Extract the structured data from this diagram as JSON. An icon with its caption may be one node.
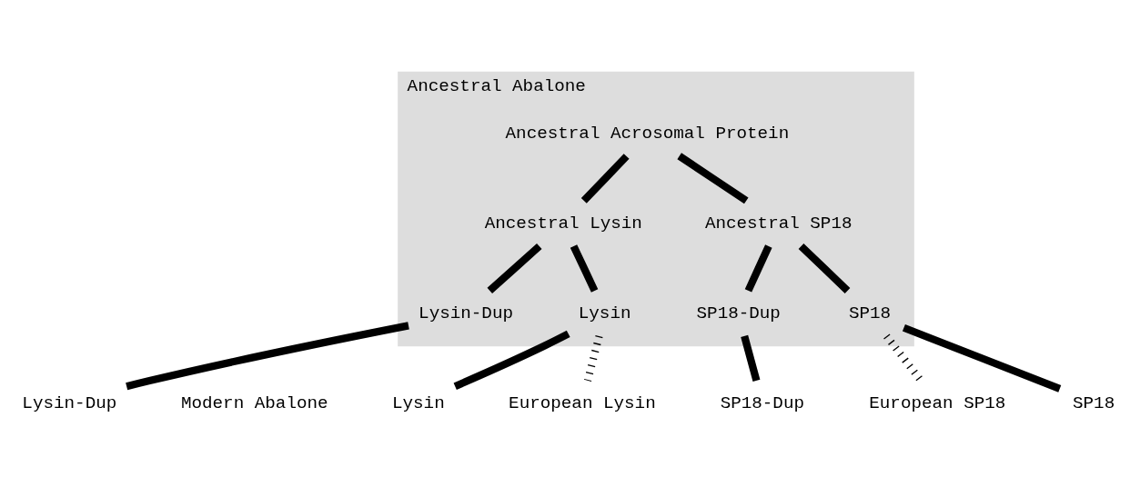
{
  "diagram": {
    "nodes": [
      {
        "text": [
          "Ancestral Abalone"
        ]
      },
      {
        "text": [
          "Ancestral Acrosomal Protein"
        ],
        "in": 0
      },
      {
        "text": [
          "Ancestral Lysin"
        ],
        "in": 0
      },
      {
        "text": [
          "Ancestral SP18"
        ],
        "in": 0
      },
      {
        "text": [
          "Lysin"
        ],
        "in": 0
      },
      {
        "text": [
          "Lysin-Dup"
        ],
        "in": 0
      },
      {
        "text": [
          "SP18-Dup"
        ],
        "in": 0
      },
      {
        "text": [
          "SP18"
        ],
        "in": 0
      },
      {
        "text": [
          "European Lysin"
        ]
      },
      {
        "text": [
          "Lysin"
        ]
      },
      {
        "text": [
          "Lysin-Dup"
        ]
      },
      {
        "text": [
          "SP18-Dup"
        ]
      },
      {
        "text": [
          "SP18"
        ]
      },
      {
        "text": [
          "European SP18"
        ]
      }
    ],
    "edges": [
      {
        "from": 1,
        "to": 2,
        "arrow": "none"
      },
      {
        "from": 1,
        "to": 3,
        "arrow": "none"
      },
      {
        "from": 2,
        "to": 4,
        "arrow": "none"
      },
      {
        "from": 2,
        "to": 5,
        "arrow": "none"
      },
      {
        "from": 3,
        "to": 6,
        "arrow": "none"
      },
      {
        "from": 3,
        "to": 7,
        "arrow": "none"
      },
      {
        "from": 4,
        "to": 8,
        "arrow": "none",
        "style": "dashed"
      },
      {
        "from": 4,
        "to": 9,
        "arrow": "none"
      },
      {
        "from": 5,
        "to": 10,
        "arrow": "none"
      },
      {
        "from": 6,
        "to": 11,
        "arrow": "none"
      },
      {
        "from": 7,
        "to": 12,
        "arrow": "none"
      },
      {
        "from": 7,
        "to": 13,
        "arrow": "none",
        "style": "dashed"
      }
    ],
    "labels": [
      "Modern Abalone"
    ]
  }
}
